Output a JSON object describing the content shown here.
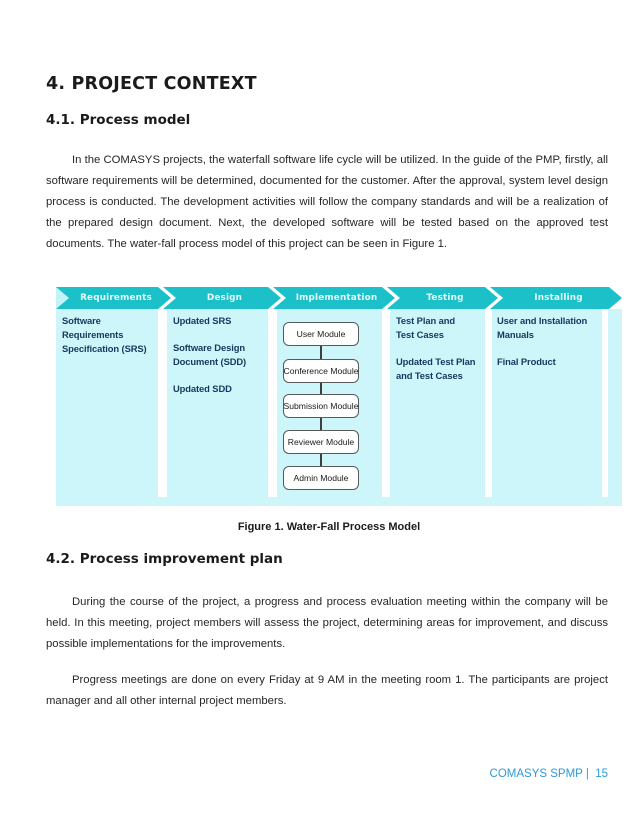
{
  "page": {
    "section_title": "4. PROJECT CONTEXT",
    "section41_title": "4.1. Process model",
    "para1": "In the COMASYS projects, the waterfall software life cycle will be utilized. In the guide of the PMP, firstly, all software requirements will be determined, documented for the customer. After the approval, system level design process is conducted. The development activities will follow the company standards and will be a realization of the prepared design document. Next, the developed software will be tested based on the approved test documents. The water-fall process model of this project can be seen in Figure 1.",
    "figure_caption": "Figure 1. Water-Fall Process Model",
    "section42_title": "4.2. Process improvement plan",
    "para2": "During the course of the project, a progress and process evaluation meeting within the company will be held. In this meeting, project members will assess the project, determining areas for improvement, and discuss possible implementations for the improvements.",
    "para3": "Progress meetings are done on every Friday at 9 AM in the meeting room 1. The participants are project manager and all other internal project members.",
    "footer": "COMASYS SPMP |  15"
  },
  "figure": {
    "colors": {
      "arrow_teal": "#1cc0c8",
      "column_cyan": "#cdf6fa",
      "notch_cyan": "#c2f3f7",
      "column_text_navy": "#17375e",
      "footer_blue": "#2e99d8"
    },
    "phases": [
      {
        "label": "Requirements",
        "items": [
          {
            "text": "Software Requirements Specification (SRS)",
            "lines": [
              "Software",
              "Requirements",
              "Specification (SRS)"
            ]
          }
        ]
      },
      {
        "label": "Design",
        "items": [
          {
            "text": "Updated SRS",
            "lines": [
              "Updated SRS"
            ]
          },
          {
            "text": "Software Design Document (SDD)",
            "lines": [
              "Software Design",
              "Document (SDD)"
            ]
          },
          {
            "text": "Updated SDD",
            "lines": [
              "Updated SDD"
            ]
          }
        ]
      },
      {
        "label": "Implementation",
        "modules": [
          "User Module",
          "Conference Module",
          "Submission Module",
          "Reviewer Module",
          "Admin Module"
        ]
      },
      {
        "label": "Testing",
        "items": [
          {
            "text": "Test Plan and Test Cases",
            "lines": [
              "Test Plan and",
              "Test Cases"
            ]
          },
          {
            "text": "Updated Test Plan and Test Cases",
            "lines": [
              "Updated Test Plan",
              "and Test Cases"
            ]
          }
        ]
      },
      {
        "label": "Installing",
        "items": [
          {
            "text": "User and Installation Manuals",
            "lines": [
              "User and Installation",
              "Manuals"
            ]
          },
          {
            "text": "Final Product",
            "lines": [
              "Final Product"
            ]
          }
        ]
      }
    ]
  }
}
